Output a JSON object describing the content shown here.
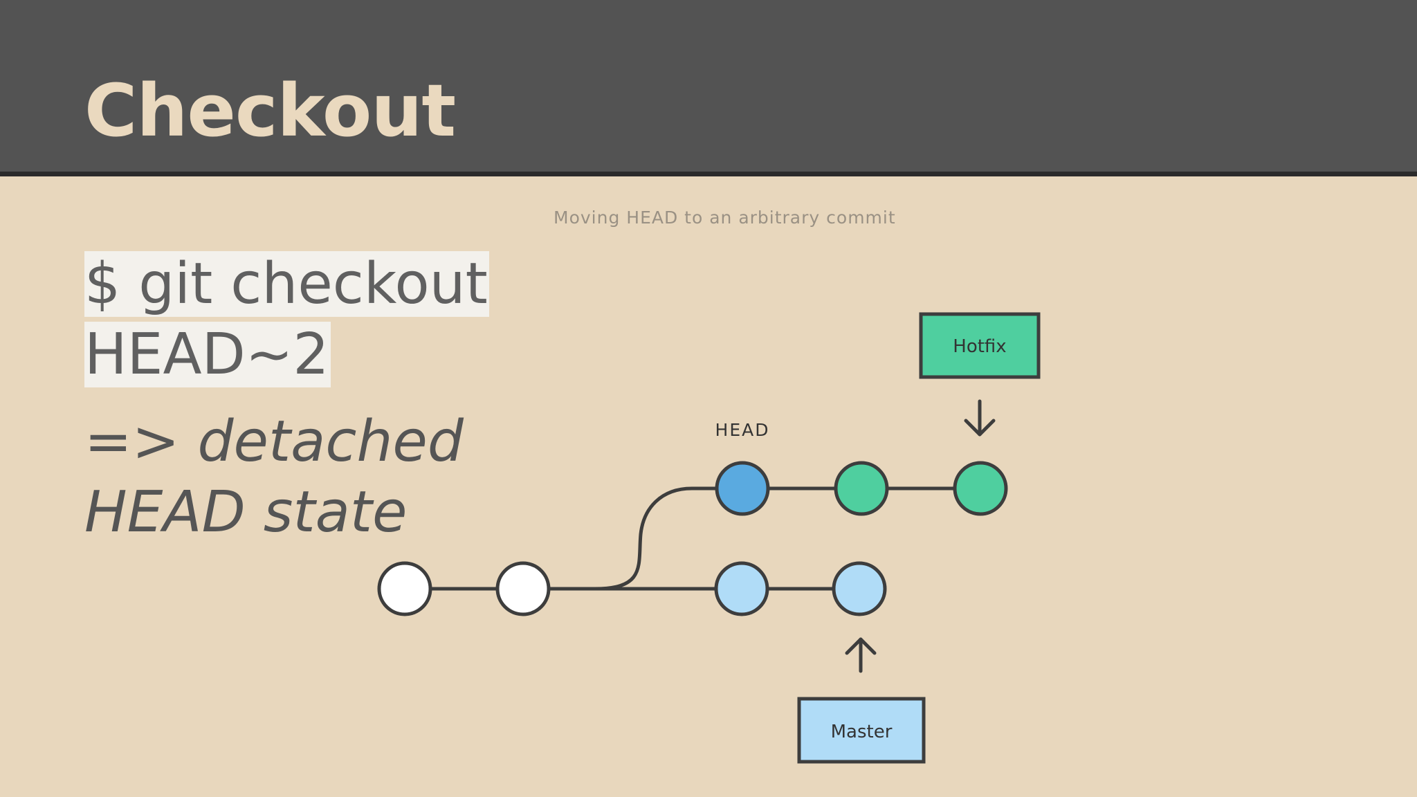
{
  "slide": {
    "title": "Checkout",
    "command_line1": "$ git checkout",
    "command_line2": "HEAD~2",
    "result_line1": "=> detached",
    "result_line2": "HEAD state"
  },
  "diagram": {
    "caption": "Moving HEAD to an arbitrary commit",
    "head_label": "HEAD",
    "branches": {
      "hotfix": "Hotfix",
      "master": "Master"
    },
    "colors": {
      "background": "#e8d7bd",
      "header": "#535353",
      "title": "#ead9bf",
      "commit_white": "#ffffff",
      "commit_head": "#5aaae0",
      "commit_hotfix": "#4fcf9f",
      "commit_master": "#b0dcf7",
      "stroke": "#3d3d3d"
    }
  }
}
